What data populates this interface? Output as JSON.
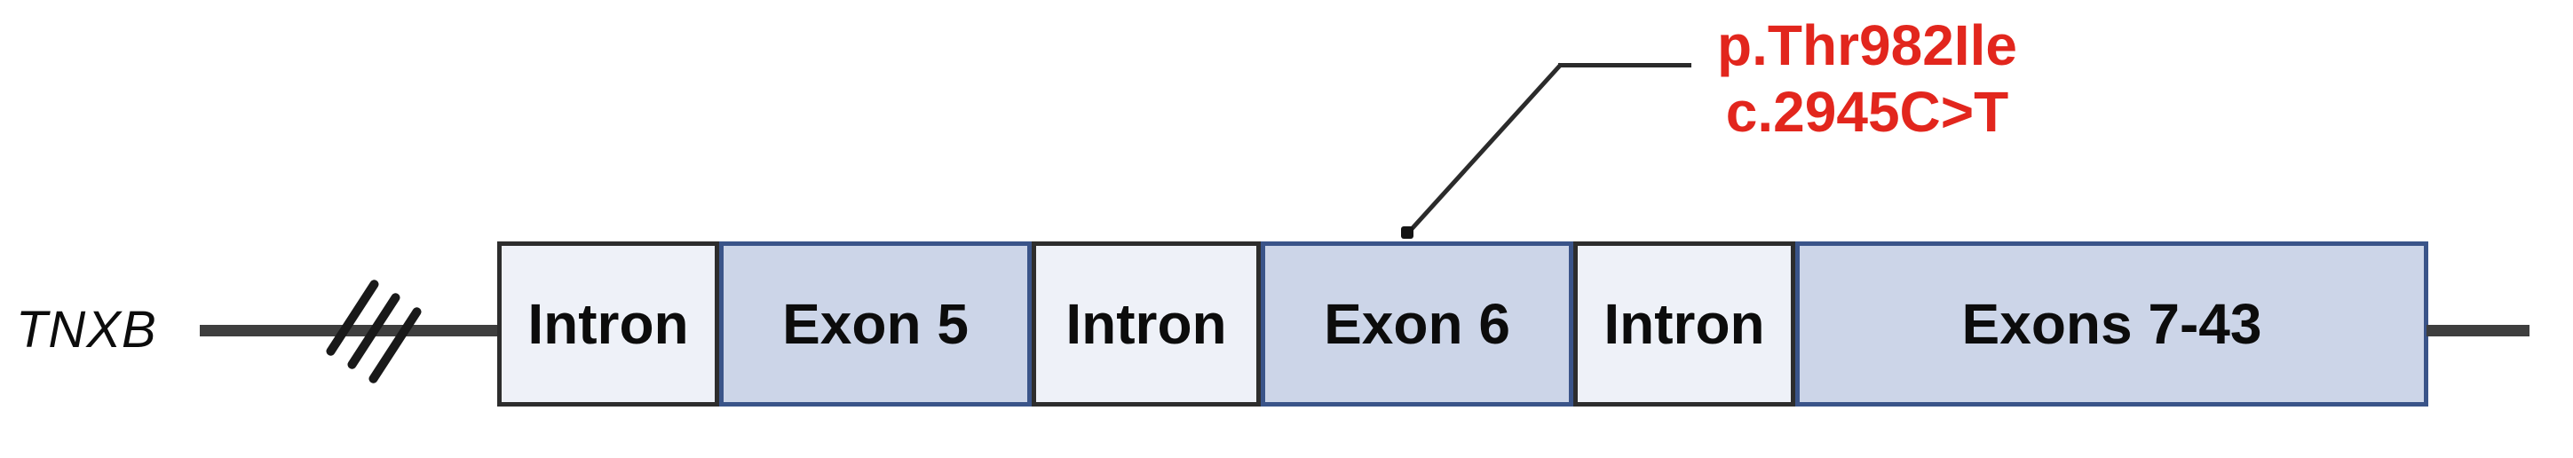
{
  "figure": {
    "gene_label": "TNXB",
    "annotation": {
      "line1": "p.Thr982Ile",
      "line2": "c.2945C>T",
      "points_to": "Exon 6"
    },
    "segments": [
      {
        "type": "intron",
        "label": "Intron"
      },
      {
        "type": "exon",
        "label": "Exon 5"
      },
      {
        "type": "intron",
        "label": "Intron"
      },
      {
        "type": "exon",
        "label": "Exon 6"
      },
      {
        "type": "intron",
        "label": "Intron"
      },
      {
        "type": "exon",
        "label": "Exons 7-43"
      }
    ]
  },
  "colors": {
    "red": "#e2261d",
    "exon-fill": "#ccd5e8",
    "exon-border": "#3a5489",
    "intron-fill": "#eef1f8",
    "intron-border": "#2d2d2d",
    "line": "#3e3e3e",
    "leader": "#2b2b2b",
    "ink": "#0c0c0c"
  }
}
